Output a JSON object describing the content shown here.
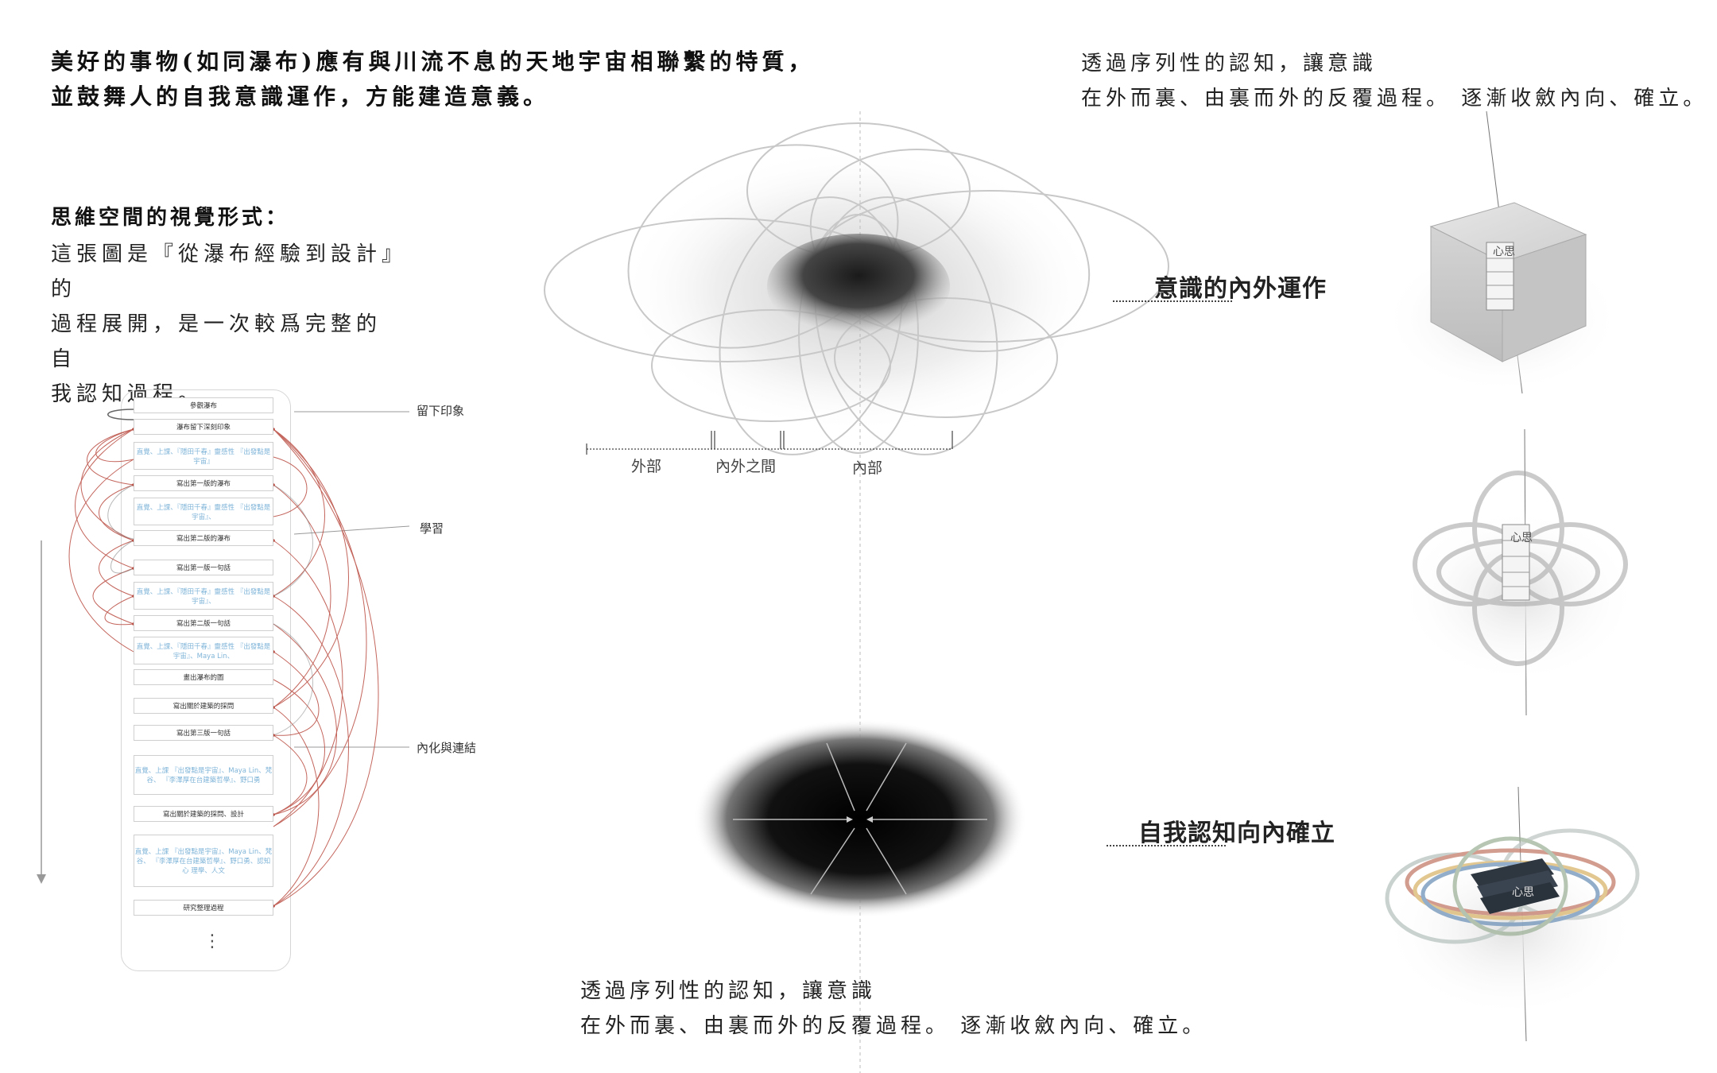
{
  "intro": {
    "line1": "美好的事物(如同瀑布)應有與川流不息的天地宇宙相聯繫的特質，",
    "line2": "並鼓舞人的自我意識運作，方能建造意義。"
  },
  "top_right": {
    "line1": "透過序列性的認知，讓意識",
    "line2": "在外而裏、由裏而外的反覆過程。 逐漸收斂內向、確立。"
  },
  "visual_form": {
    "title": "思維空間的視覺形式：",
    "line1": "這張圖是『從瀑布經驗到設計』的",
    "line2": "過程展開，是一次較爲完整的自",
    "line3": "我認知過程。"
  },
  "flowchart": {
    "boxes": [
      {
        "text": "參觀瀑布",
        "faded": false
      },
      {
        "text": "瀑布留下深刻印象",
        "faded": false
      },
      {
        "text": "直覺、上課、『隱田千春』靈感性 『出發點是宇宙』",
        "faded": true
      },
      {
        "text": "寫出第一版的瀑布",
        "faded": false
      },
      {
        "text": "直覺、上課、『隱田千春』靈感性 『出發點是宇宙』、",
        "faded": true
      },
      {
        "text": "寫出第二版的瀑布",
        "faded": false
      },
      {
        "text": "寫出第一版一句話",
        "faded": false
      },
      {
        "text": "直覺、上課、『隱田千春』靈感性 『出發點是宇宙』、",
        "faded": true
      },
      {
        "text": "寫出第二版一句話",
        "faded": false
      },
      {
        "text": "直覺、上課、『隱田千春』靈感性 『出發點是宇宙』、Maya Lin、",
        "faded": true
      },
      {
        "text": "畫出瀑布的圖",
        "faded": false
      },
      {
        "text": "寫出關於建築的採問",
        "faded": false
      },
      {
        "text": "寫出第三版一句話",
        "faded": false
      },
      {
        "text": "直覺、上課 『出發點是宇宙』、Maya Lin、梵谷、 『李澤厚在台建築哲學』、野口勇",
        "faded": true
      },
      {
        "text": "寫出關於建築的採問、設計",
        "faded": false
      },
      {
        "text": "直覺、上課 『出發點是宇宙』、Maya Lin、梵谷、 『李澤厚在台建築哲學』、野口勇、認知心 理學、人文",
        "faded": true
      },
      {
        "text": "研究整理過程",
        "faded": false
      }
    ],
    "labels": {
      "impression": "留下印象",
      "learning": "學習",
      "internalize": "內化與連結"
    },
    "ellipsis": "⋮"
  },
  "orbit_diagram": {
    "scale_labels": [
      "外部",
      "內外之間",
      "內部"
    ],
    "title": "意識的內外運作"
  },
  "convergence_diagram": {
    "title": "自我認知向內確立"
  },
  "cubes": {
    "tag": "心思"
  },
  "bottom": {
    "line1": "透過序列性的認知，讓意識",
    "line2": "在外而裏、由裏而外的反覆過程。 逐漸收斂內向、確立。"
  },
  "colors": {
    "flow_arc": "#b94a3f",
    "faded_text": "#7fb4d8",
    "orbit_line": "#c8c8c8"
  }
}
